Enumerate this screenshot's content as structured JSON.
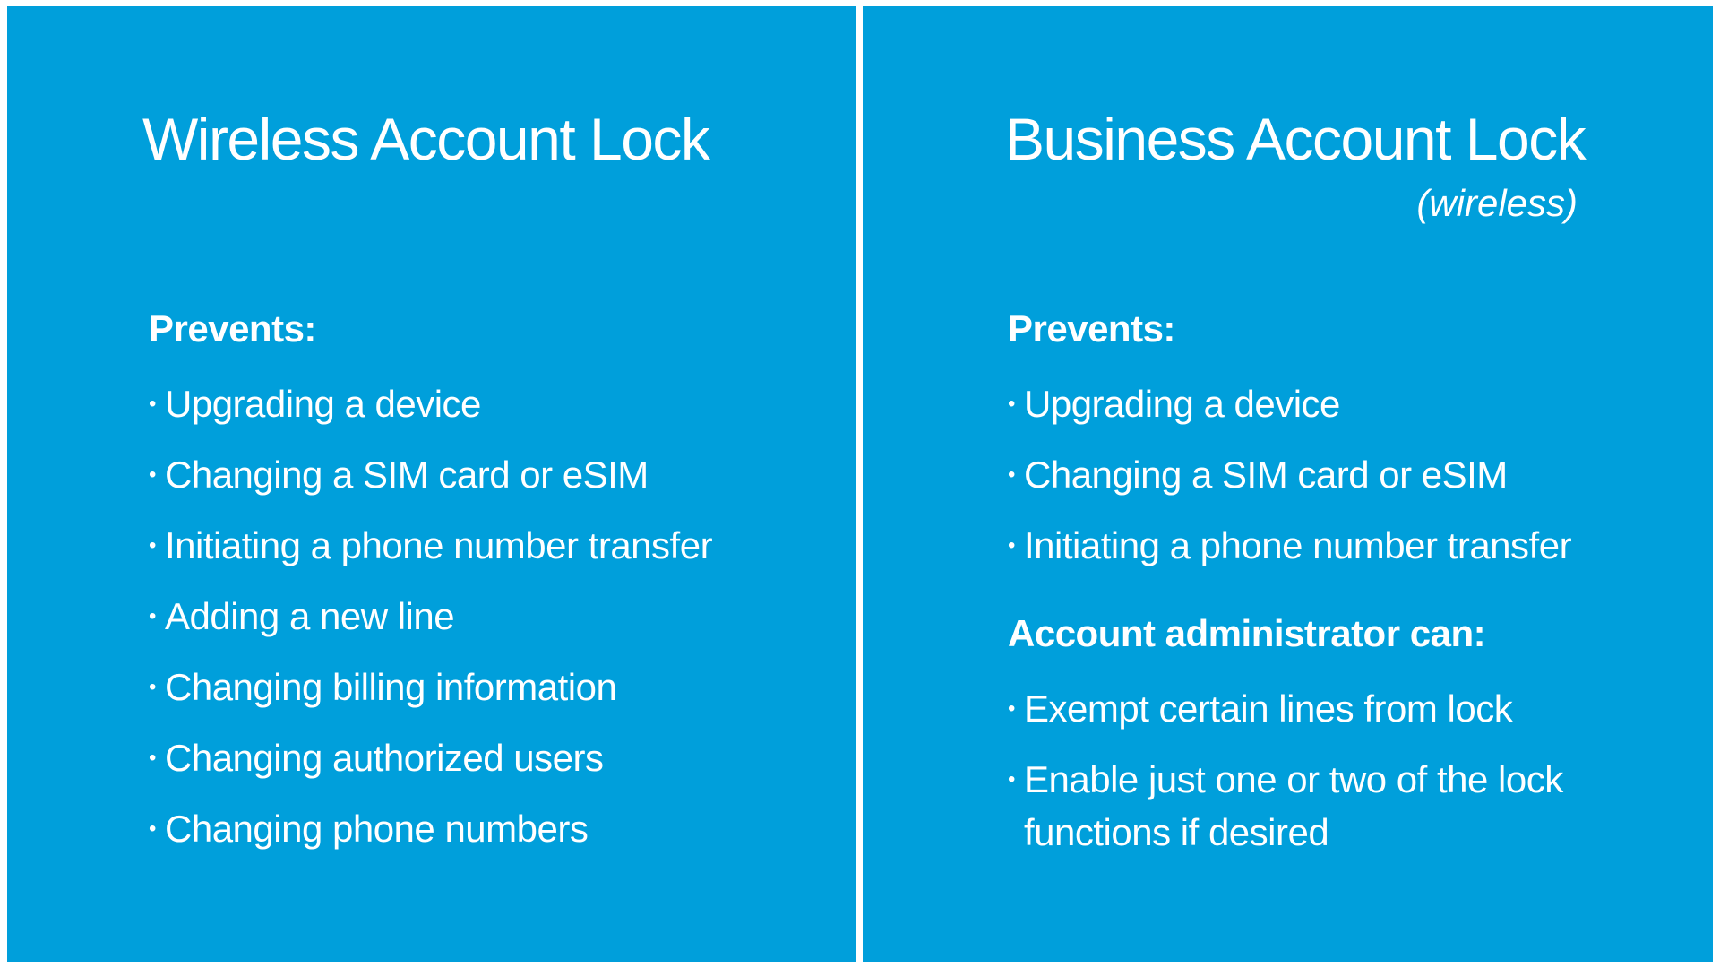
{
  "left": {
    "title": "Wireless Account Lock",
    "heading": "Prevents:",
    "items": [
      "Upgrading a device",
      "Changing a SIM card or eSIM",
      "Initiating a phone number transfer",
      "Adding a new line",
      "Changing billing information",
      "Changing authorized users",
      "Changing phone numbers"
    ]
  },
  "right": {
    "title": "Business Account Lock",
    "subtitle": "(wireless)",
    "heading": "Prevents:",
    "items": [
      "Upgrading a device",
      "Changing a SIM card or eSIM",
      "Initiating a phone number transfer"
    ],
    "heading2": "Account administrator can:",
    "items2": [
      "Exempt certain lines from lock",
      "Enable just one or two of the lock functions if desired"
    ]
  },
  "colors": {
    "panel": "#009FDB",
    "text": "#FFFFFF"
  }
}
